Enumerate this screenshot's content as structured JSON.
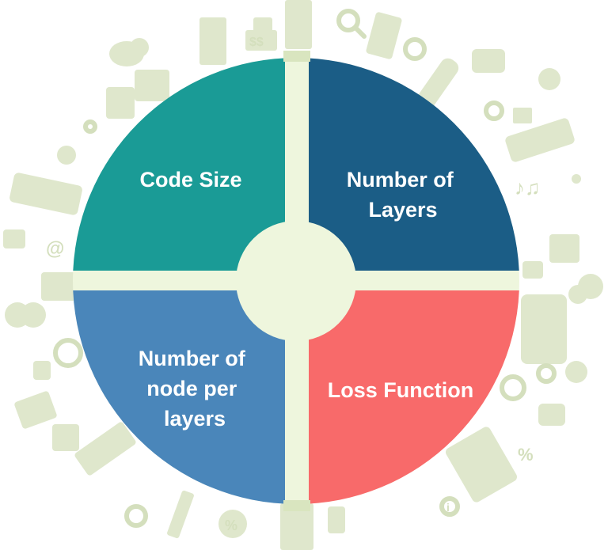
{
  "diagram": {
    "quadrants": [
      {
        "id": "top-left",
        "lines": [
          "Code Size"
        ],
        "color": "#1a9b96"
      },
      {
        "id": "top-right",
        "lines": [
          "Number of",
          "Layers"
        ],
        "color": "#1b5d86"
      },
      {
        "id": "bottom-left",
        "lines": [
          "Number of",
          "node per",
          "layers"
        ],
        "color": "#4a86ba"
      },
      {
        "id": "bottom-right",
        "lines": [
          "Loss Function"
        ],
        "color": "#f86a6a"
      }
    ],
    "separator_color": "#eef6dd",
    "background_icon_color": "#dfe7cc",
    "background_symbols": {
      "dollar": "$$",
      "percent_bottom": "%",
      "percent_right": "%",
      "at": "@",
      "info": "i"
    }
  }
}
